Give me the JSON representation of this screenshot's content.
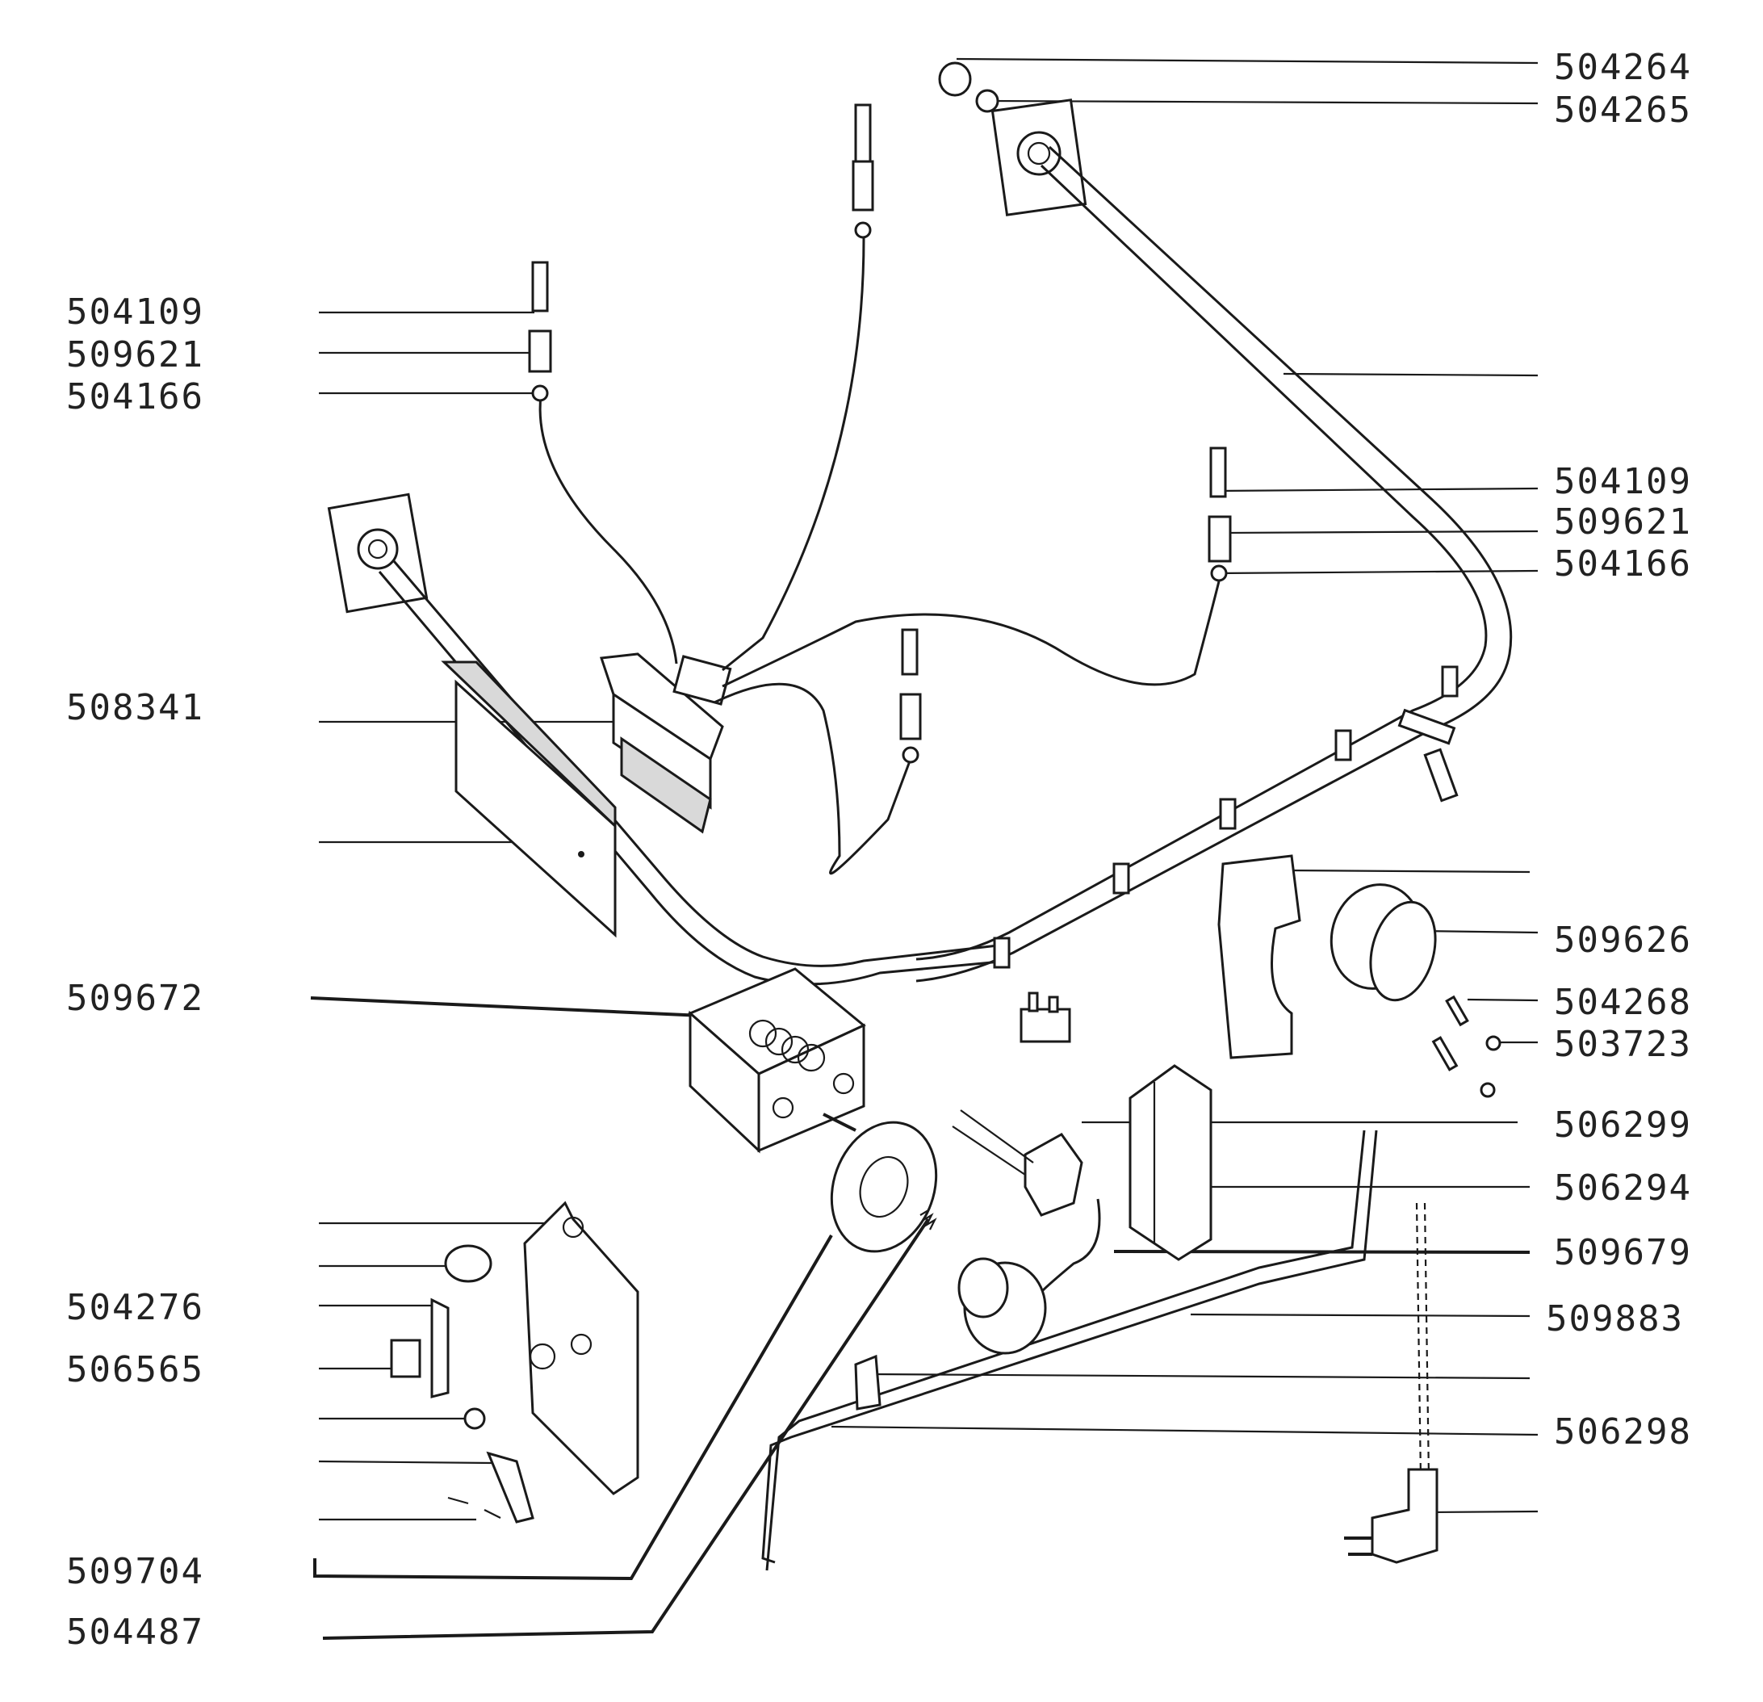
{
  "labels": {
    "part_504264": "504264",
    "part_504265": "504265",
    "part_504109_left": "504109",
    "part_509621_left": "509621",
    "part_504166_left": "504166",
    "part_504109_right": "504109",
    "part_509621_right": "509621",
    "part_504166_right": "504166",
    "part_508341": "508341",
    "part_509672": "509672",
    "part_509626": "509626",
    "part_504268": "504268",
    "part_503723": "503723",
    "part_506299": "506299",
    "part_506294": "506294",
    "part_509679": "509679",
    "part_509883": "509883",
    "part_504276": "504276",
    "part_506565": "506565",
    "part_506298": "506298",
    "part_509704": "509704",
    "part_504487": "504487"
  }
}
